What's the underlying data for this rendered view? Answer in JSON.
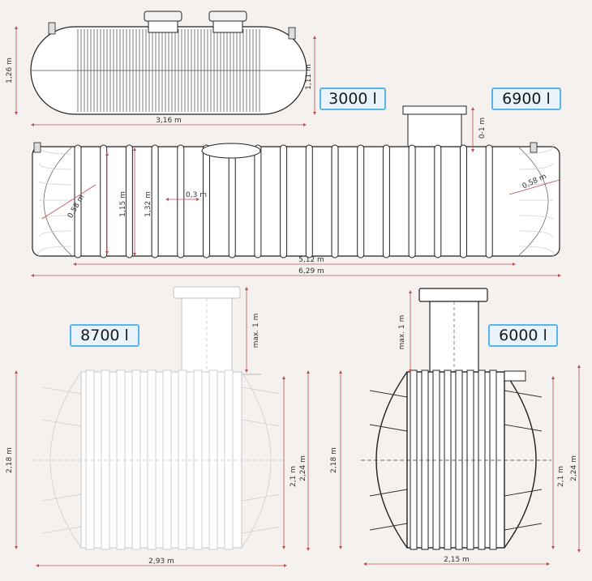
{
  "tanks": {
    "t3000": {
      "label": "3000 l",
      "dims": {
        "height": "1,26 m",
        "height_inner": "1,11 m",
        "length": "3,16 m"
      }
    },
    "t6900": {
      "label": "6900 l",
      "dims": {
        "riser": "0-1 m",
        "rib_h1": "1,15 m",
        "rib_h2": "1,32 m",
        "rib_gap": "0,3 m",
        "end_d_left": "0,58 m",
        "end_d_right": "0,58 m",
        "length_inner": "5,12 m",
        "length": "6,29 m"
      }
    },
    "t8700": {
      "label": "8700 l",
      "dims": {
        "riser": "max. 1 m",
        "height": "2,18 m",
        "height_inner": "2,1 m",
        "height_outer": "2,24 m",
        "width": "2,93 m"
      }
    },
    "t6000": {
      "label": "6000 l",
      "dims": {
        "riser": "max. 1 m",
        "height": "2,18 m",
        "height_inner": "2,1 m",
        "height_outer": "2,24 m",
        "width": "2,15 m"
      }
    }
  },
  "colors": {
    "dimension": "#c0504d",
    "badge_border": "#5bb4e8",
    "badge_fill": "#e9f3fb"
  }
}
